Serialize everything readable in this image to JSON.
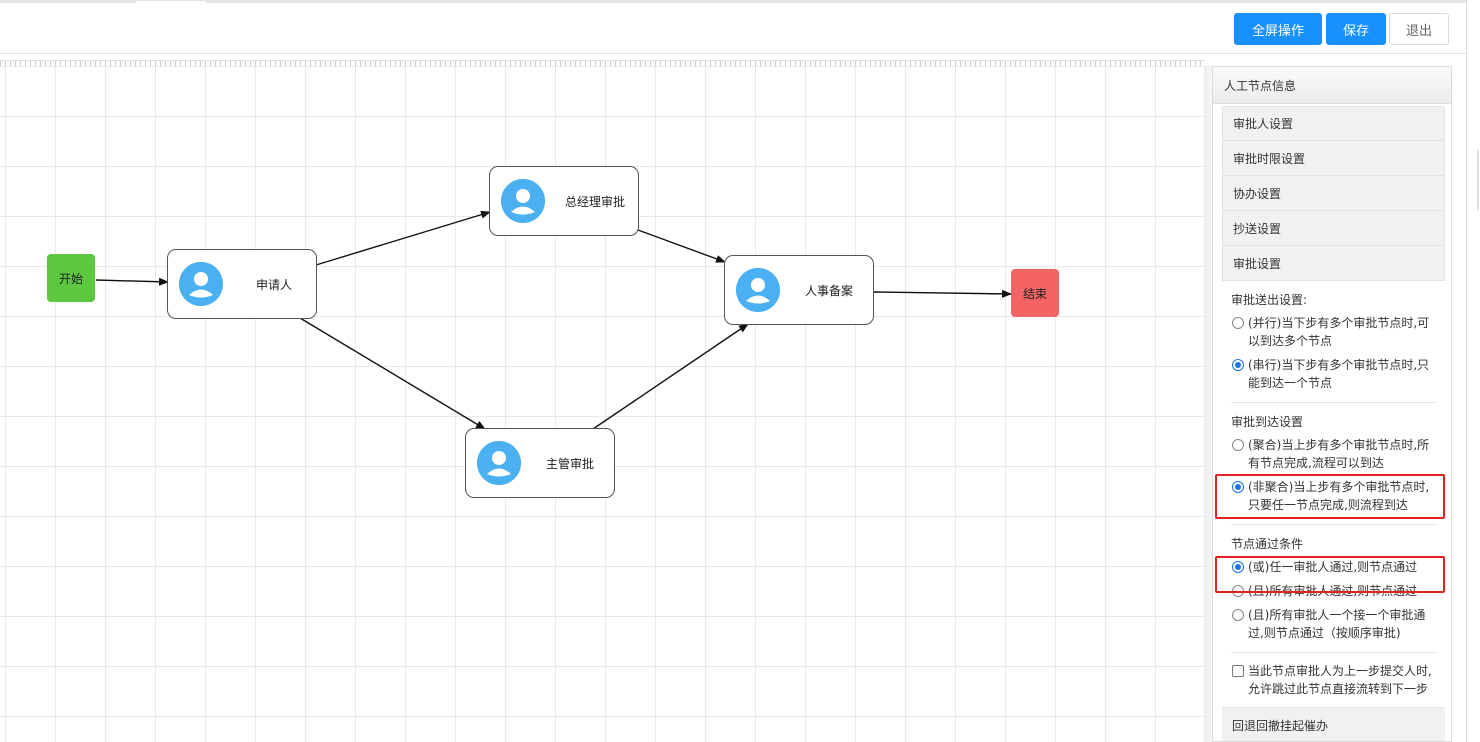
{
  "toolbar": {
    "fullscreen_label": "全屏操作",
    "save_label": "保存",
    "exit_label": "退出"
  },
  "flow": {
    "nodes": {
      "start": "开始",
      "applicant": "申请人",
      "gm_approval": "总经理审批",
      "supervisor_approval": "主管审批",
      "hr_record": "人事备案",
      "end": "结束"
    },
    "colors": {
      "start": "#5cc73f",
      "end": "#f56464",
      "avatar": "#4ab0f2"
    }
  },
  "panel": {
    "title": "人工节点信息",
    "sections": [
      {
        "label": "审批人设置"
      },
      {
        "label": "审批时限设置"
      },
      {
        "label": "协办设置"
      },
      {
        "label": "抄送设置"
      },
      {
        "label": "审批设置"
      }
    ],
    "send_settings": {
      "title": "审批送出设置:",
      "options": [
        {
          "label": "(并行)当下步有多个审批节点时,可以到达多个节点",
          "checked": false
        },
        {
          "label": "(串行)当下步有多个审批节点时,只能到达一个节点",
          "checked": true
        }
      ]
    },
    "arrive_settings": {
      "title": "审批到达设置",
      "options": [
        {
          "label": "(聚合)当上步有多个审批节点时,所有节点完成,流程可以到达",
          "checked": false
        },
        {
          "label": "(非聚合)当上步有多个审批节点时,只要任一节点完成,则流程到达",
          "checked": true
        }
      ]
    },
    "pass_conditions": {
      "title": "节点通过条件",
      "options": [
        {
          "label": "(或)任一审批人通过,则节点通过",
          "checked": true
        },
        {
          "label": "(且)所有审批人通过,则节点通过",
          "checked": false
        },
        {
          "label": "(且)所有审批人一个接一个审批通过,则节点通过（按顺序审批)",
          "checked": false
        }
      ]
    },
    "skip_checkbox": {
      "label": "当此节点审批人为上一步提交人时,允许跳过此节点直接流转到下一步",
      "checked": false
    },
    "bottom_section": "回退回撤挂起催办"
  }
}
